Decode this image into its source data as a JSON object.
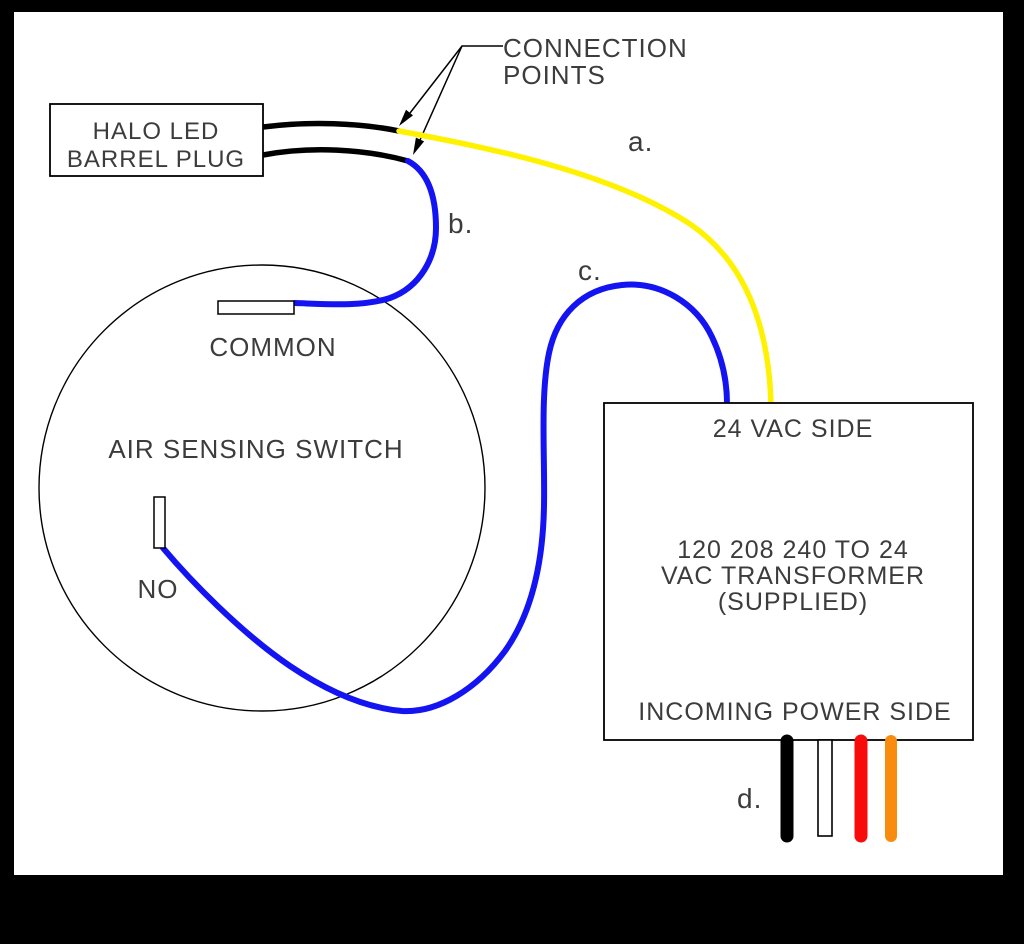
{
  "annotation": {
    "connection_points_line1": "CONNECTION",
    "connection_points_line2": "POINTS"
  },
  "barrel_plug": {
    "line1": "HALO LED",
    "line2": "BARREL PLUG"
  },
  "air_switch": {
    "title": "AIR SENSING SWITCH",
    "terminal_common_label": "COMMON",
    "terminal_no_label": "NO"
  },
  "transformer": {
    "top_label": "24 VAC SIDE",
    "center_line1": "120 208 240 TO 24",
    "center_line2": "VAC TRANSFORMER",
    "center_line3": "(SUPPLIED)",
    "bottom_label": "INCOMING POWER SIDE"
  },
  "wire_labels": {
    "a": "a.",
    "b": "b.",
    "c": "c.",
    "d": "d."
  },
  "colors": {
    "wire_yellow": "#FFF200",
    "wire_blue": "#1414F2",
    "wire_black": "#000000",
    "wire_white": "#FFFFFF",
    "wire_red": "#F70B0B",
    "wire_orange": "#F98C0F"
  }
}
